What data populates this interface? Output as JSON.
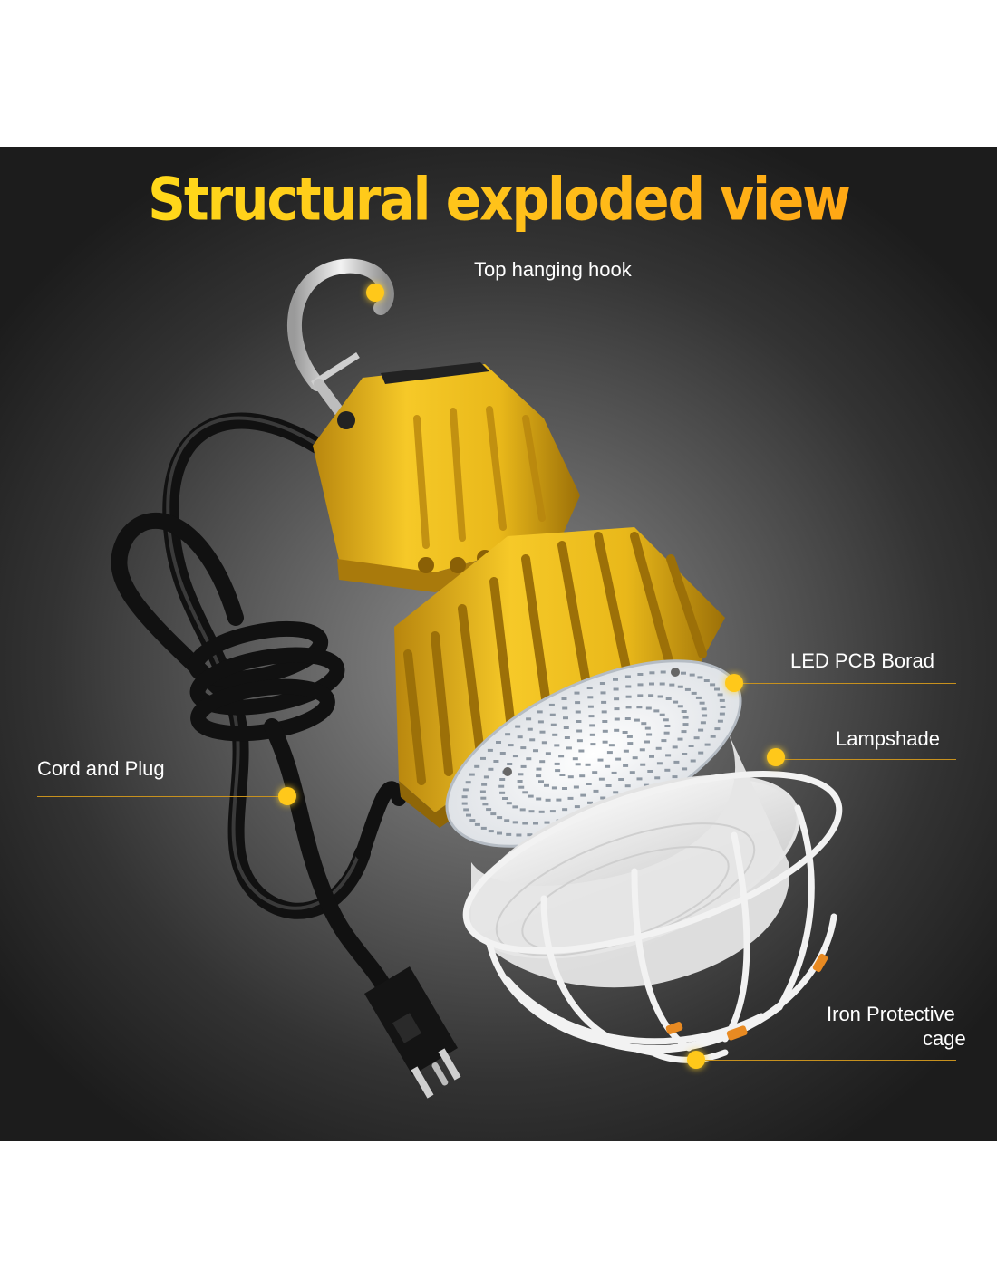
{
  "title": "Structural exploded view",
  "callouts": {
    "hook": "Top hanging hook",
    "pcb": "LED PCB Borad",
    "lampshade": "Lampshade",
    "cord": "Cord and Plug",
    "cage_line1": "Iron Protective",
    "cage_line2": "cage"
  },
  "colors": {
    "title_gradient": [
      "#ffe21a",
      "#ff9c12"
    ],
    "body_yellow": "#f0c21c",
    "callout_dot": "#ffc81a",
    "callout_rule": "#c7911e"
  }
}
